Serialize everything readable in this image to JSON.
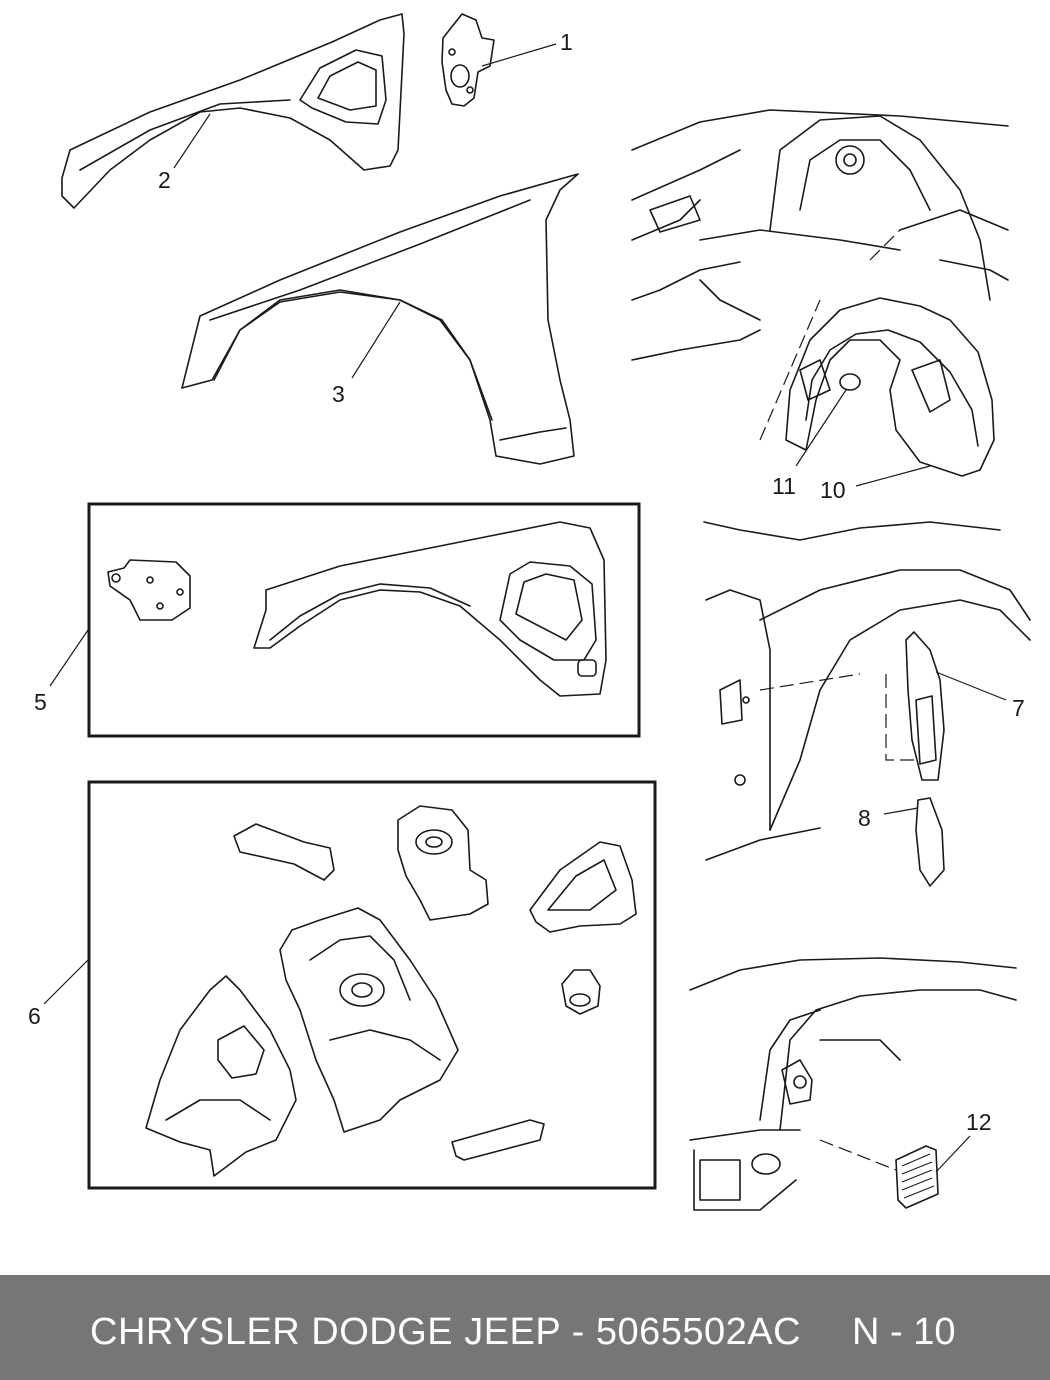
{
  "callouts": {
    "c1": "1",
    "c2": "2",
    "c3": "3",
    "c5": "5",
    "c6": "6",
    "c7": "7",
    "c8": "8",
    "c10": "10",
    "c11": "11",
    "c12": "12"
  },
  "footer": {
    "title": "CHRYSLER DODGE JEEP - 5065502AC",
    "page": "N - 10",
    "background": "#767676",
    "text_color": "#ffffff"
  }
}
